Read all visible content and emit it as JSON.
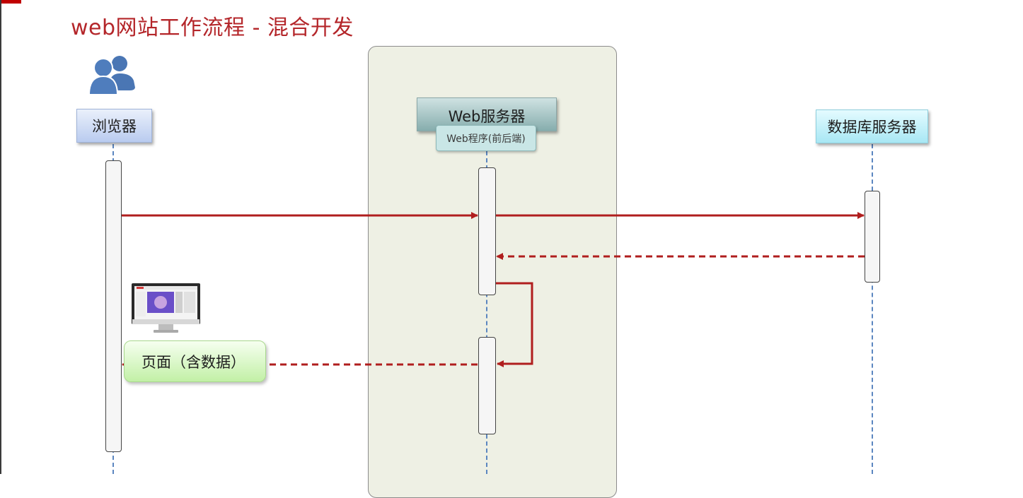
{
  "title": "web网站工作流程 - 混合开发",
  "actors": {
    "browser": "浏览器",
    "web_server": "Web服务器",
    "web_program": "Web程序(前后端)",
    "db_server": "数据库服务器"
  },
  "messages": {
    "response_label": "页面（含数据）"
  },
  "icons": {
    "users": "users-icon",
    "monitor": "monitor-icon"
  },
  "colors": {
    "title": "#b4262a",
    "arrow": "#b01e1e",
    "lifeline": "#5b86c0"
  }
}
